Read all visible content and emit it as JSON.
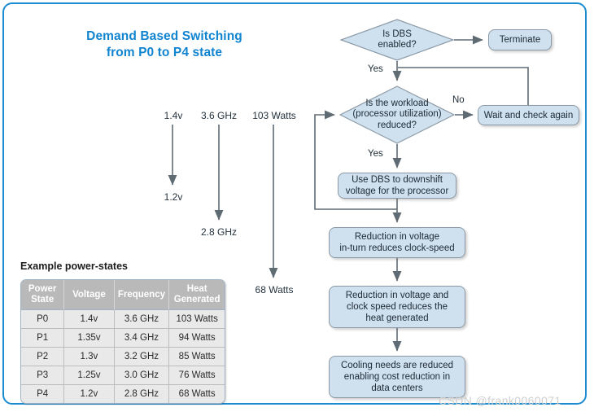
{
  "document": {
    "title_line1": "Demand Based Switching",
    "title_line2": "from P0 to P4 state",
    "title_color": "#1184d0",
    "border_color": "#1b8cd0",
    "watermark": "CSDN @frank0060071"
  },
  "power_table": {
    "caption": "Example power-states",
    "header_bg": "#b9b9b9",
    "cell_bg": "#e9e9e9",
    "columns": [
      "Power State",
      "Voltage",
      "Frequency",
      "Heat Generated"
    ],
    "columns_wrapped": [
      [
        "Power",
        "State"
      ],
      [
        "Voltage"
      ],
      [
        "Frequency"
      ],
      [
        "Heat",
        "Generated"
      ]
    ],
    "rows": [
      {
        "state": "P0",
        "voltage": "1.4v",
        "frequency": "3.6 GHz",
        "heat": "103 Watts"
      },
      {
        "state": "P1",
        "voltage": "1.35v",
        "frequency": "3.4 GHz",
        "heat": "94 Watts"
      },
      {
        "state": "P2",
        "voltage": "1.3v",
        "frequency": "3.2 GHz",
        "heat": "85 Watts"
      },
      {
        "state": "P3",
        "voltage": "1.25v",
        "frequency": "3.0 GHz",
        "heat": "76 Watts"
      },
      {
        "state": "P4",
        "voltage": "1.2v",
        "frequency": "2.8 GHz",
        "heat": "68 Watts"
      }
    ]
  },
  "transitions": [
    {
      "name": "voltage",
      "from": "1.4v",
      "to": "1.2v"
    },
    {
      "name": "frequency",
      "from": "3.6 GHz",
      "to": "2.8 GHz"
    },
    {
      "name": "heat",
      "from": "103 Watts",
      "to": "68 Watts"
    }
  ],
  "flowchart": {
    "node_fill": "#cfe0ef",
    "node_border": "#8b9aa6",
    "nodes": {
      "dbs_enabled": "Is DBS\nenabled?",
      "dbs_enabled_l1": "Is DBS",
      "dbs_enabled_l2": "enabled?",
      "terminate": "Terminate",
      "workload_l1": "Is the workload",
      "workload_l2": "(processor utilization)",
      "workload_l3": "reduced?",
      "wait": "Wait and check again",
      "downshift_l1": "Use DBS to downshift",
      "downshift_l2": "voltage for the processor",
      "reduction_clock_l1": "Reduction in voltage",
      "reduction_clock_l2": "in-turn reduces clock-speed",
      "reduction_heat_l1": "Reduction in voltage and",
      "reduction_heat_l2": "clock speed reduces the",
      "reduction_heat_l3": "heat generated",
      "cooling_l1": "Cooling needs are reduced",
      "cooling_l2": "enabling cost reduction in",
      "cooling_l3": "data centers"
    },
    "edge_labels": {
      "yes_top": "Yes",
      "no_right": "No",
      "yes_mid": "Yes"
    }
  }
}
